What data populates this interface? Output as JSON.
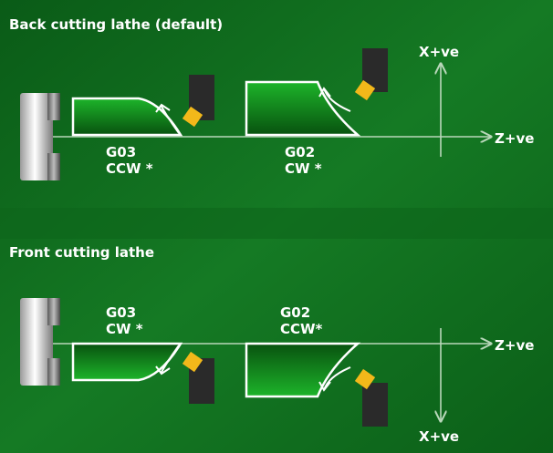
{
  "panels": {
    "back": {
      "title": "Back cutting lathe (default)",
      "arc_left": {
        "code": "G03",
        "dir": "CCW *"
      },
      "arc_right": {
        "code": "G02",
        "dir": "CW *"
      },
      "x_axis_label": "X+ve",
      "z_axis_label": "Z+ve"
    },
    "front": {
      "title": "Front cutting lathe",
      "arc_left": {
        "code": "G03",
        "dir": "CW *"
      },
      "arc_right": {
        "code": "G02",
        "dir": "CCW*"
      },
      "x_axis_label": "X+ve",
      "z_axis_label": "Z+ve"
    }
  },
  "colors": {
    "panel_bg": "#0f6a1e",
    "panel_bg_light": "#2f9a3a",
    "workpiece_fill": "#12a820",
    "workpiece_dark": "#0a5a12",
    "outline": "#ffffff",
    "insert": "#f2b81a",
    "toolholder": "#2a2a2a",
    "axis": "#b9d7ba"
  }
}
